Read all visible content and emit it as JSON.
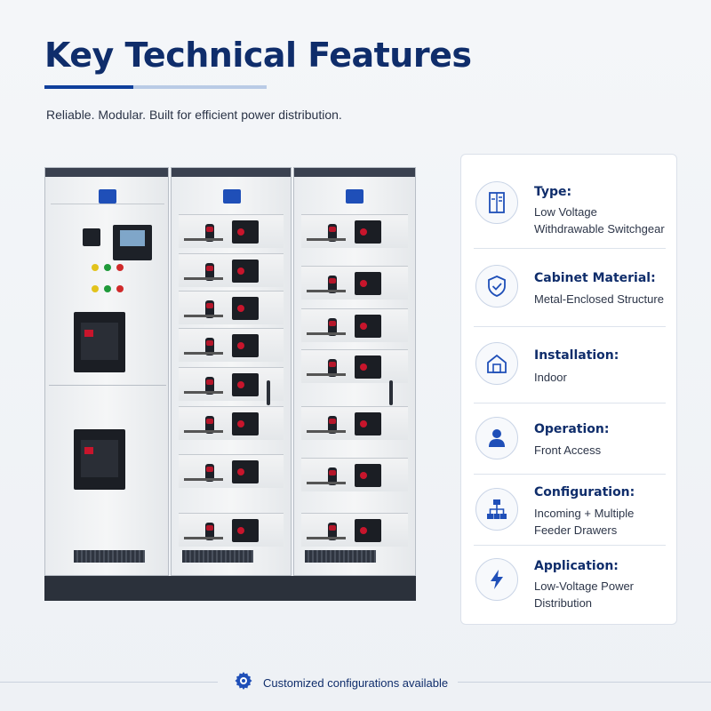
{
  "header": {
    "title": "Key Technical Features",
    "subtitle": "Reliable. Modular.  Built for efficient power distribution."
  },
  "colors": {
    "brand_navy": "#0f2d6b",
    "accent_blue": "#0f3f9c",
    "indicator_red": "#c8152c"
  },
  "features": [
    {
      "label": "Type:",
      "value": "Low Voltage Withdrawable Switchgear",
      "icon": "cabinet-icon"
    },
    {
      "label": "Cabinet Material:",
      "value": "Metal-Enclosed Structure",
      "icon": "shield-check-icon"
    },
    {
      "label": "Installation:",
      "value": "Indoor",
      "icon": "house-icon"
    },
    {
      "label": "Operation:",
      "value": "Front Access",
      "icon": "person-icon"
    },
    {
      "label": "Configuration:",
      "value": "Incoming + Multiple Feeder Drawers",
      "icon": "network-icon"
    },
    {
      "label": "Application:",
      "value": "Low-Voltage Power Distribution",
      "icon": "lightning-icon"
    }
  ],
  "footer": {
    "text": "Customized configurations available",
    "icon": "gear-icon"
  }
}
